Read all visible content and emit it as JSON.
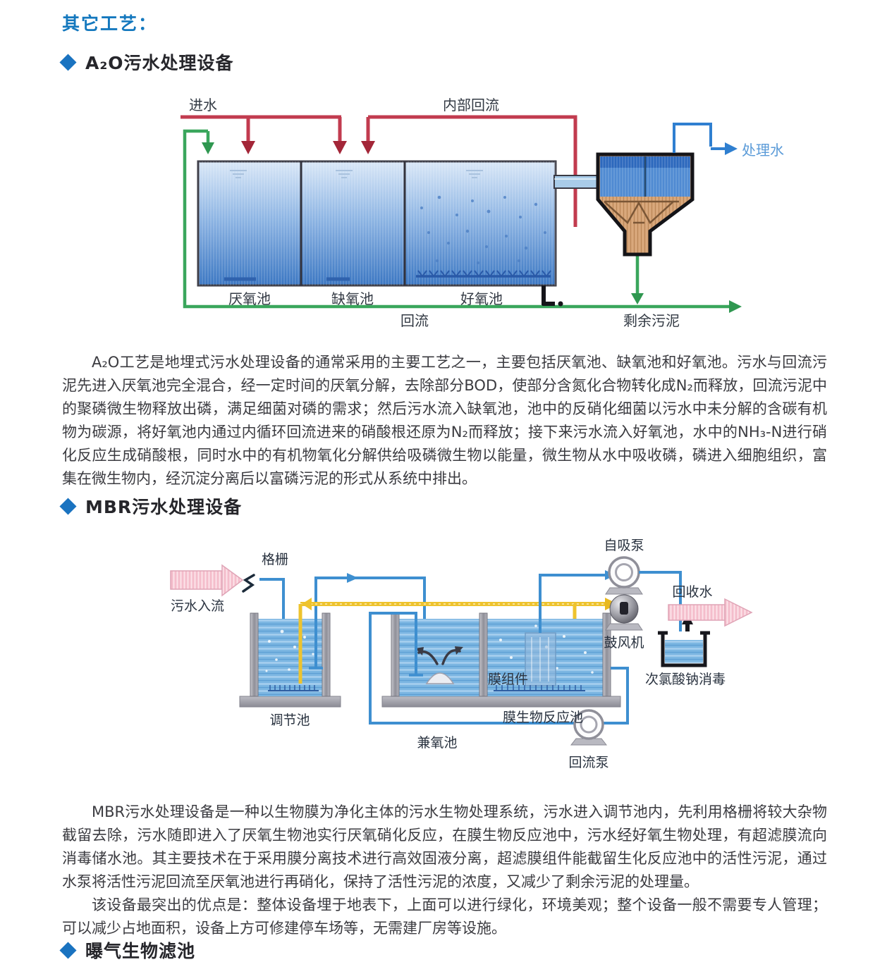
{
  "header": "其它工艺：",
  "colors": {
    "accent_blue": "#1478be",
    "title_text": "#26262b",
    "body_text": "#3b3b40",
    "pipe_red": "#c23b4f",
    "pipe_green": "#3aa65c",
    "pipe_blue": "#3e8fd0",
    "pipe_yellow": "#eec32d",
    "treated_water_label": "#5b9bd8",
    "sludge_tan": "#d9a87c"
  },
  "sections": {
    "a2o": {
      "title": "A₂O污水处理设备",
      "paragraph": "A₂O工艺是地埋式污水处理设备的通常采用的主要工艺之一，主要包括厌氧池、缺氧池和好氧池。污水与回流污泥先进入厌氧池完全混合，经一定时间的厌氧分解，去除部分BOD，使部分含氮化合物转化成N₂而释放，回流污泥中的聚磷微生物释放出磷，满足细菌对磷的需求；然后污水流入缺氧池，池中的反硝化细菌以污水中未分解的含碳有机物为碳源，将好氧池内通过内循环回流进来的硝酸根还原为N₂而释放；接下来污水流入好氧池，水中的NH₃-N进行硝化反应生成硝酸根，同时水中的有机物氧化分解供给吸磷微生物以能量，微生物从水中吸收磷，磷进入细胞组织，富集在微生物内，经沉淀分离后以富磷污泥的形式从系统中排出。",
      "diagram": {
        "labels": {
          "inflow": "进水",
          "internal_recycle": "内部回流",
          "treated_water": "处理水",
          "anaerobic_tank": "厌氧池",
          "anoxic_tank": "缺氧池",
          "aerobic_tank": "好氧池",
          "return_flow": "回流",
          "excess_sludge": "剩余污泥"
        }
      }
    },
    "mbr": {
      "title": "MBR污水处理设备",
      "paragraphs": [
        "MBR污水处理设备是一种以生物膜为净化主体的污水生物处理系统，污水进入调节池内，先利用格栅将较大杂物截留去除，污水随即进入了厌氧生物池实行厌氧硝化反应，在膜生物反应池中，污水经好氧生物处理，有超滤膜流向消毒储水池。其主要技术在于采用膜分离技术进行高效固液分离，超滤膜组件能截留生化反应池中的活性污泥，通过水泵将活性污泥回流至厌氧池进行再硝化，保持了活性污泥的浓度，又减少了剩余污泥的处理量。",
        "该设备最突出的优点是：整体设备埋于地表下，上面可以进行绿化，环境美观；整个设备一般不需要专人管理；可以减少占地面积，设备上方可修建停车场等，无需建厂房等设施。"
      ],
      "diagram": {
        "labels": {
          "screen": "格栅",
          "inflow": "污水入流",
          "regulating_tank": "调节池",
          "facultative_tank": "兼氧池",
          "membrane_module": "膜组件",
          "mbr_tank": "膜生物反应池",
          "self_priming_pump": "自吸泵",
          "blower": "鼓风机",
          "recycled_water": "回收水",
          "disinfection": "次氯酸钠消毒",
          "return_pump": "回流泵"
        }
      }
    },
    "baf": {
      "title": "曝气生物滤池"
    }
  }
}
